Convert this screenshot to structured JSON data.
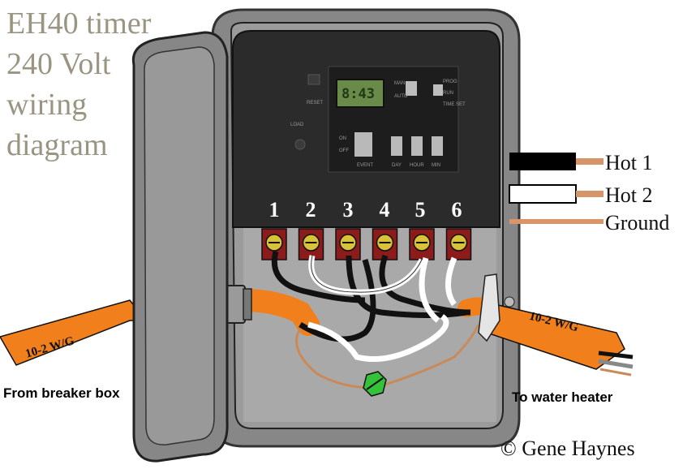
{
  "title": {
    "lines": [
      "EH40 timer",
      "240 Volt",
      "wiring",
      "diagram"
    ]
  },
  "legend": [
    {
      "label": "Hot 1",
      "wire_color": "#000000"
    },
    {
      "label": "Hot 2",
      "wire_color": "#ffffff"
    },
    {
      "label": "Ground",
      "wire_color": "#d9956a"
    }
  ],
  "terminals": [
    "1",
    "2",
    "3",
    "4",
    "5",
    "6"
  ],
  "cables": {
    "left_label": "10-2 W/G",
    "right_label": "10-2 W/G",
    "color": "#f07f1c"
  },
  "labels": {
    "from": "From breaker box",
    "to": "To water heater"
  },
  "timer_panel": {
    "display": "8:43",
    "reset": "RESET",
    "load": "LOAD",
    "on": "ON",
    "off": "OFF",
    "event": "EVENT",
    "day": "DAY",
    "hour": "HOUR",
    "min": "MIN",
    "man": "MAN",
    "auto": "AUTO",
    "prog": "PROG",
    "run": "RUN",
    "time_set": "TIME SET"
  },
  "credit": "© Gene Haynes",
  "colors": {
    "enclosure": "#8c8c8c",
    "enclosure_dark": "#5e5e5e",
    "panel": "#2a2a2a",
    "terminal": "#8c1b1b",
    "screw": "#d8c23a",
    "ground_screw": "#33c23a",
    "copper": "#c98a5a"
  }
}
